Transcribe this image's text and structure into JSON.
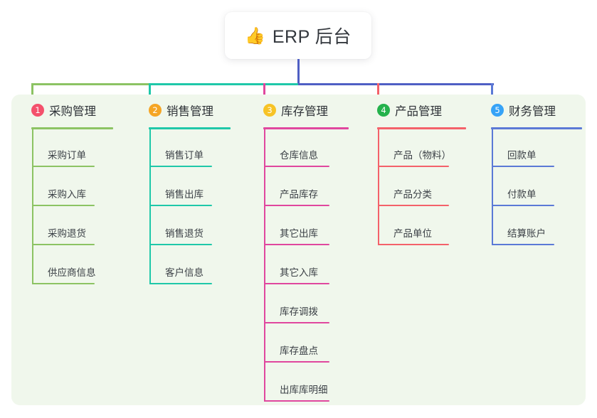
{
  "root": {
    "icon": "👍",
    "icon_name": "thumbs-up-icon",
    "title": "ERP 后台"
  },
  "theme": {
    "page_background": "#ffffff",
    "panel_background": "#f0f7ec",
    "card_background": "#ffffff",
    "text_color": "#33373d",
    "trunk_color": "#4f5fc4"
  },
  "columns": [
    {
      "number": "1",
      "title": "采购管理",
      "badge_color": "#f4516c",
      "line_color": "#8cc363",
      "items": [
        "采购订单",
        "采购入库",
        "采购退货",
        "供应商信息"
      ]
    },
    {
      "number": "2",
      "title": "销售管理",
      "badge_color": "#f5a524",
      "line_color": "#1fc8a9",
      "items": [
        "销售订单",
        "销售出库",
        "销售退货",
        "客户信息"
      ]
    },
    {
      "number": "3",
      "title": "库存管理",
      "badge_color": "#f7c325",
      "line_color": "#e0479e",
      "items": [
        "仓库信息",
        "产品库存",
        "其它出库",
        "其它入库",
        "库存调拨",
        "库存盘点",
        "出库库明细"
      ]
    },
    {
      "number": "4",
      "title": "产品管理",
      "badge_color": "#24b24c",
      "line_color": "#f4616a",
      "items": [
        "产品（物料）",
        "产品分类",
        "产品单位"
      ]
    },
    {
      "number": "5",
      "title": "财务管理",
      "badge_color": "#36a3f7",
      "line_color": "#5b79d6",
      "items": [
        "回款单",
        "付款单",
        "结算账户"
      ]
    }
  ]
}
